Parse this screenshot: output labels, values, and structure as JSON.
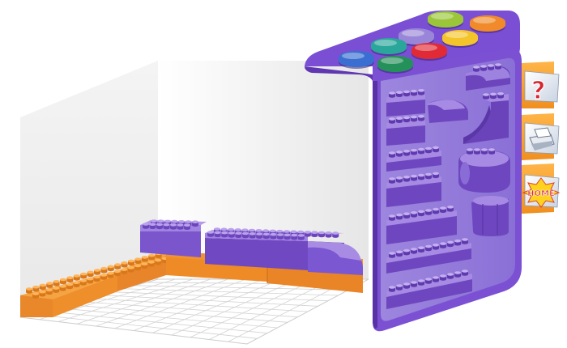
{
  "colors": {
    "palette_purple": "#7b4fd0",
    "palette_purple_dark": "#5a32a8",
    "brick_purple": "#7a55cc",
    "brick_orange": "#f0922e",
    "tab_orange": "#f7a531",
    "room_wall": "#ececec",
    "grid_line": "#cfcfcf"
  },
  "color_swatches": [
    {
      "name": "green",
      "hex": "#9cc63a"
    },
    {
      "name": "orange",
      "hex": "#f08a2a"
    },
    {
      "name": "light-purple",
      "hex": "#9a86d8"
    },
    {
      "name": "yellow",
      "hex": "#f4c52a"
    },
    {
      "name": "teal",
      "hex": "#2aa79a"
    },
    {
      "name": "violet",
      "hex": "#7b57d2"
    },
    {
      "name": "red",
      "hex": "#e02a35"
    },
    {
      "name": "blue",
      "hex": "#3a6fd1"
    },
    {
      "name": "dark-green",
      "hex": "#25915a"
    }
  ],
  "palette_bricks": [
    {
      "name": "curved-slope-2x2"
    },
    {
      "name": "brick-2x2"
    },
    {
      "name": "curved-slope-1x2"
    },
    {
      "name": "arch-slope"
    },
    {
      "name": "brick-2x2-b"
    },
    {
      "name": "plate-2x4"
    },
    {
      "name": "round-cylinder"
    },
    {
      "name": "brick-2x4"
    },
    {
      "name": "brick-2x6"
    },
    {
      "name": "round-column"
    },
    {
      "name": "plate-2x8"
    },
    {
      "name": "plate-2x10"
    }
  ],
  "side_tabs": [
    {
      "name": "help",
      "icon": "question-mark-icon",
      "label": "?"
    },
    {
      "name": "print",
      "icon": "printer-icon",
      "label": ""
    },
    {
      "name": "home",
      "icon": "home-badge-icon",
      "label": "HOME"
    }
  ]
}
